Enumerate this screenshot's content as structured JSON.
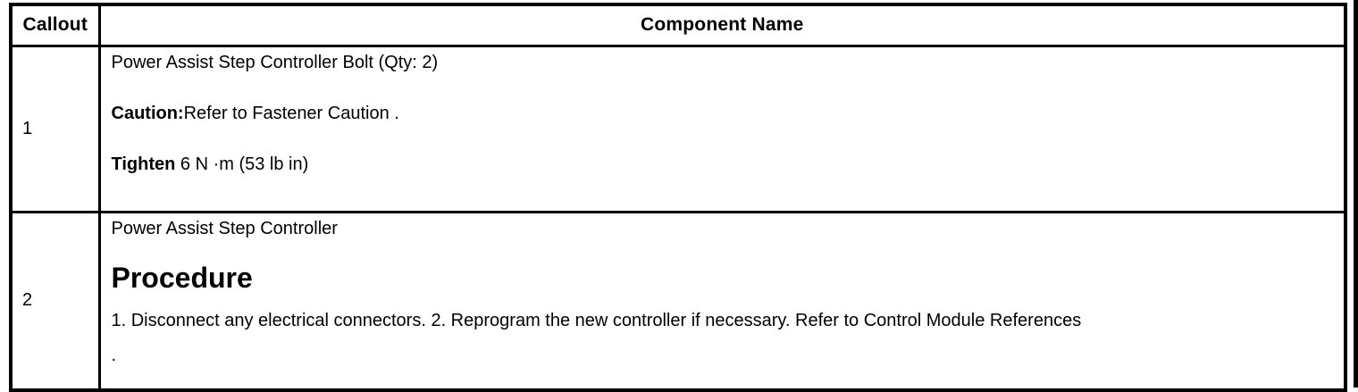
{
  "page": {
    "background_color": "#ffffff",
    "border_color": "#000000",
    "text_color": "#000000"
  },
  "table": {
    "header": {
      "callout": "Callout",
      "component_name": "Component Name"
    },
    "rows": [
      {
        "callout": "1",
        "component": "Power Assist Step Controller Bolt (Qty: 2)",
        "caution_label": "Caution:",
        "caution_text": "Refer to Fastener Caution .",
        "tighten_label": "Tighten",
        "tighten_text": " 6 N ·m (53 lb in)"
      },
      {
        "callout": "2",
        "component": "Power Assist Step Controller",
        "procedure_heading": "Procedure",
        "procedure_text": "1. Disconnect any electrical connectors. 2. Reprogram the new controller if necessary. Refer to Control Module References",
        "procedure_trailing": "."
      }
    ]
  }
}
